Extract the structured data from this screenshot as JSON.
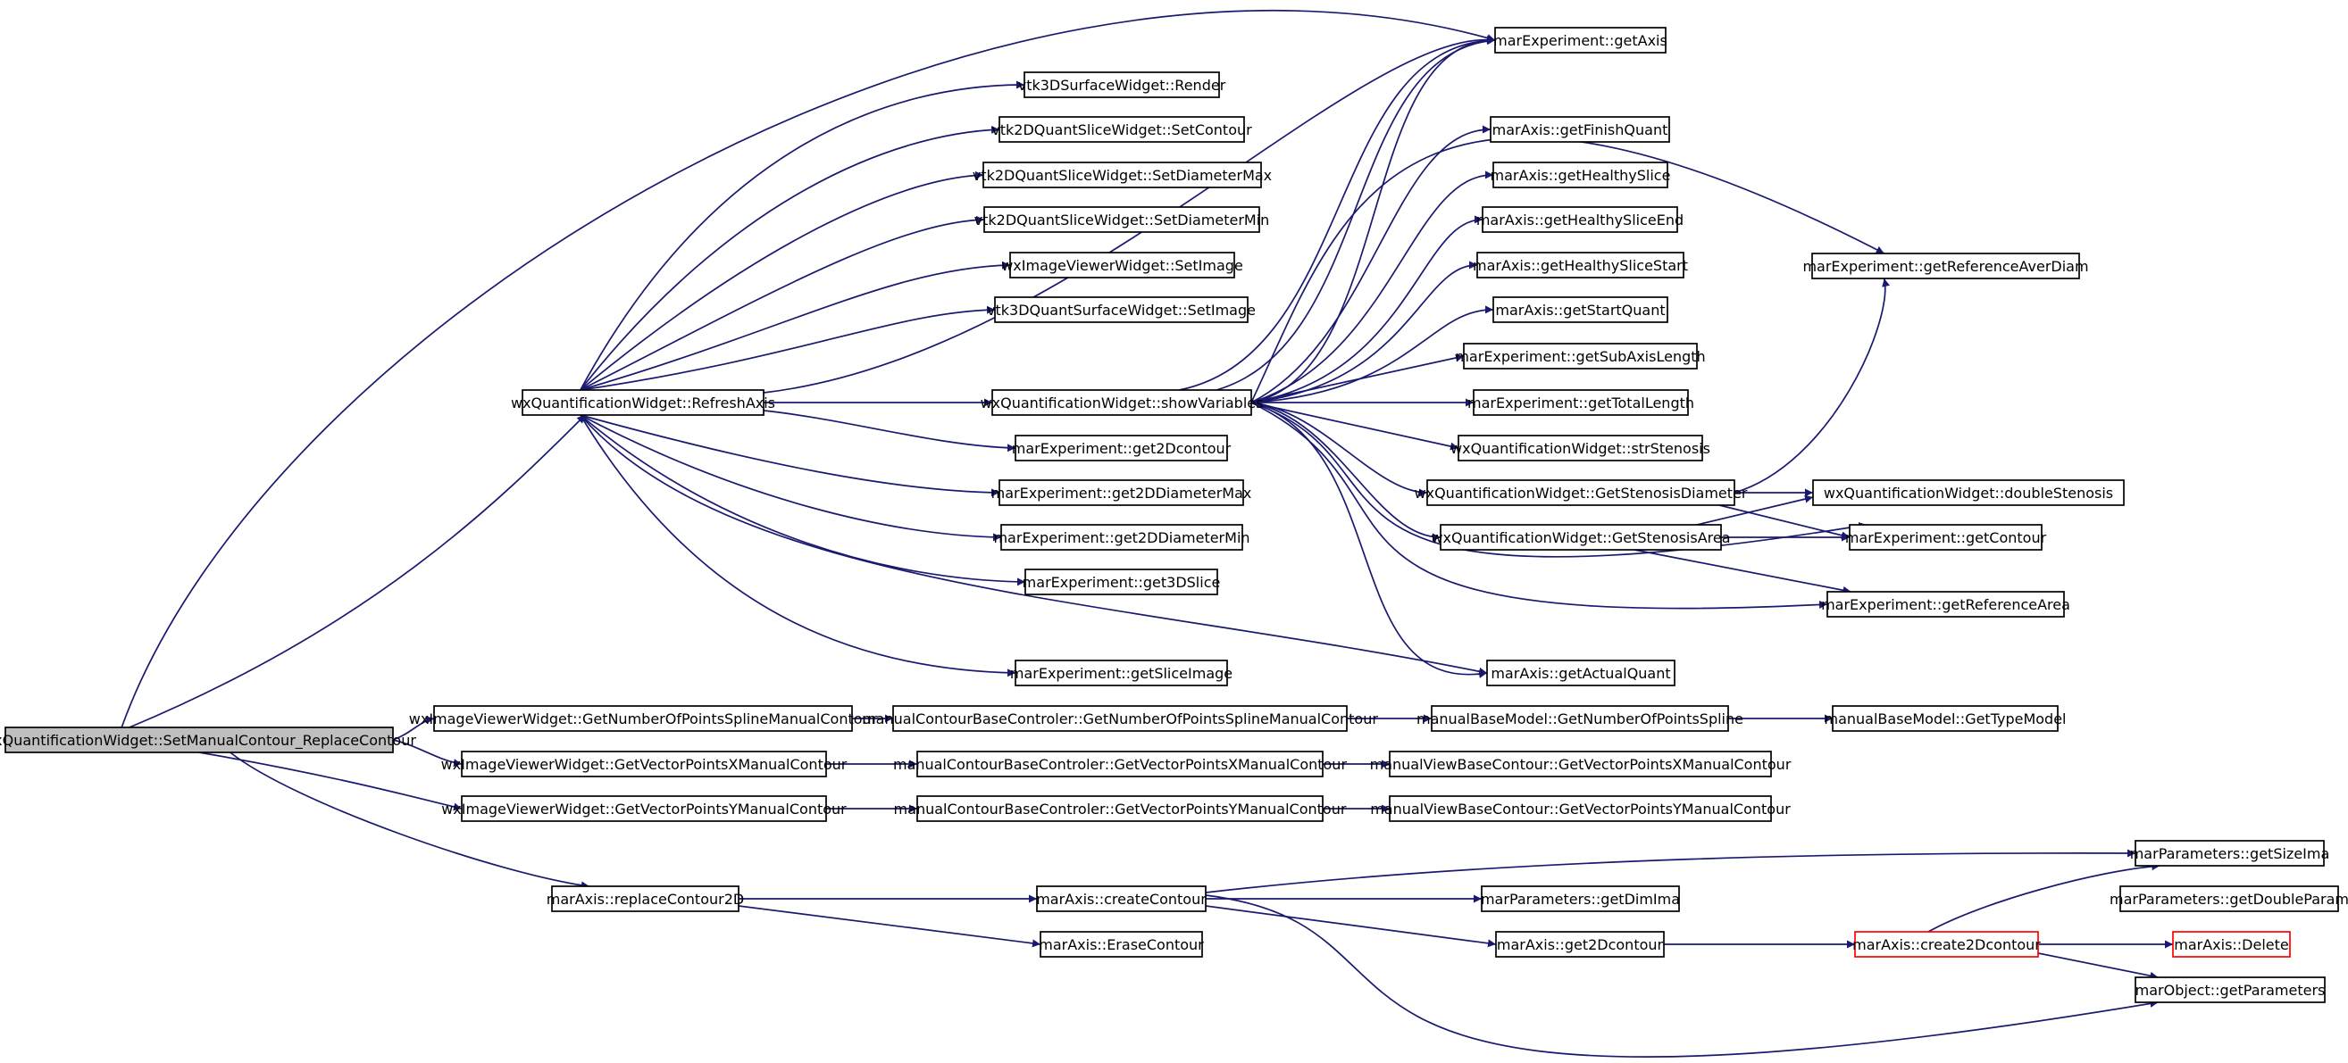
{
  "graph": {
    "colors": {
      "edge": "#191970",
      "root_fill": "#bfbfbf",
      "node_fill": "#ffffff",
      "highlight_border": "#ff0000"
    },
    "nodes": [
      {
        "id": "root",
        "label": "wxQuantificationWidget::SetManualContour_ReplaceContour",
        "root": true
      },
      {
        "id": "refreshAxis",
        "label": "wxQuantificationWidget::RefreshAxis"
      },
      {
        "id": "getNPSMC_w",
        "label": "wxImageViewerWidget::GetNumberOfPointsSplineManualContour"
      },
      {
        "id": "getVPX_w",
        "label": "wxImageViewerWidget::GetVectorPointsXManualContour"
      },
      {
        "id": "getVPY_w",
        "label": "wxImageViewerWidget::GetVectorPointsYManualContour"
      },
      {
        "id": "replaceContour2D",
        "label": "marAxis::replaceContour2D"
      },
      {
        "id": "vtk3DRender",
        "label": "vtk3DSurfaceWidget::Render"
      },
      {
        "id": "vtk2DSetContour",
        "label": "vtk2DQuantSliceWidget::SetContour"
      },
      {
        "id": "vtk2DSetDiamMax",
        "label": "vtk2DQuantSliceWidget::SetDiameterMax"
      },
      {
        "id": "vtk2DSetDiamMin",
        "label": "vtk2DQuantSliceWidget::SetDiameterMin"
      },
      {
        "id": "wxIVSetImage",
        "label": "wxImageViewerWidget::SetImage"
      },
      {
        "id": "vtk3DQSetImage",
        "label": "vtk3DQuantSurfaceWidget::SetImage"
      },
      {
        "id": "showVariables",
        "label": "wxQuantificationWidget::showVariables"
      },
      {
        "id": "get2Dcontour_e",
        "label": "marExperiment::get2Dcontour"
      },
      {
        "id": "get2DDiamMax",
        "label": "marExperiment::get2DDiameterMax"
      },
      {
        "id": "get2DDiamMin",
        "label": "marExperiment::get2DDiameterMin"
      },
      {
        "id": "get3DSlice",
        "label": "marExperiment::get3DSlice"
      },
      {
        "id": "getSliceImage",
        "label": "marExperiment::getSliceImage"
      },
      {
        "id": "getNPSMC_c",
        "label": "manualContourBaseControler::GetNumberOfPointsSplineManualContour"
      },
      {
        "id": "getVPX_c",
        "label": "manualContourBaseControler::GetVectorPointsXManualContour"
      },
      {
        "id": "getVPY_c",
        "label": "manualContourBaseControler::GetVectorPointsYManualContour"
      },
      {
        "id": "createContour",
        "label": "marAxis::createContour"
      },
      {
        "id": "eraseContour",
        "label": "marAxis::EraseContour"
      },
      {
        "id": "getAxis",
        "label": "marExperiment::getAxis"
      },
      {
        "id": "getFinishQuant",
        "label": "marAxis::getFinishQuant"
      },
      {
        "id": "getHealthySlice",
        "label": "marAxis::getHealthySlice"
      },
      {
        "id": "getHealthySliceEnd",
        "label": "marAxis::getHealthySliceEnd"
      },
      {
        "id": "getHealthySliceStart",
        "label": "marAxis::getHealthySliceStart"
      },
      {
        "id": "getStartQuant",
        "label": "marAxis::getStartQuant"
      },
      {
        "id": "getSubAxisLength",
        "label": "marExperiment::getSubAxisLength"
      },
      {
        "id": "getTotalLength",
        "label": "marExperiment::getTotalLength"
      },
      {
        "id": "strStenosis",
        "label": "wxQuantificationWidget::strStenosis"
      },
      {
        "id": "getStenosisDiameter",
        "label": "wxQuantificationWidget::GetStenosisDiameter"
      },
      {
        "id": "getStenosisArea",
        "label": "wxQuantificationWidget::GetStenosisArea"
      },
      {
        "id": "getActualQuant",
        "label": "marAxis::getActualQuant"
      },
      {
        "id": "getNPS_m",
        "label": "manualBaseModel::GetNumberOfPointsSpline"
      },
      {
        "id": "getVPX_v",
        "label": "manualViewBaseContour::GetVectorPointsXManualContour"
      },
      {
        "id": "getVPY_v",
        "label": "manualViewBaseContour::GetVectorPointsYManualContour"
      },
      {
        "id": "getDimIma",
        "label": "marParameters::getDimIma"
      },
      {
        "id": "get2Dcontour_a",
        "label": "marAxis::get2Dcontour"
      },
      {
        "id": "getReferenceAverDiam",
        "label": "marExperiment::getReferenceAverDiam"
      },
      {
        "id": "doubleStenosis",
        "label": "wxQuantificationWidget::doubleStenosis"
      },
      {
        "id": "getContour",
        "label": "marExperiment::getContour"
      },
      {
        "id": "getReferenceArea",
        "label": "marExperiment::getReferenceArea"
      },
      {
        "id": "getTypeModel",
        "label": "manualBaseModel::GetTypeModel"
      },
      {
        "id": "create2Dcontour",
        "label": "marAxis::create2Dcontour",
        "highlight": true
      },
      {
        "id": "getSizeIma",
        "label": "marParameters::getSizeIma"
      },
      {
        "id": "getDoubleParam",
        "label": "marParameters::getDoubleParam"
      },
      {
        "id": "delete",
        "label": "marAxis::Delete",
        "highlight": true
      },
      {
        "id": "getParameters",
        "label": "marObject::getParameters"
      }
    ]
  }
}
